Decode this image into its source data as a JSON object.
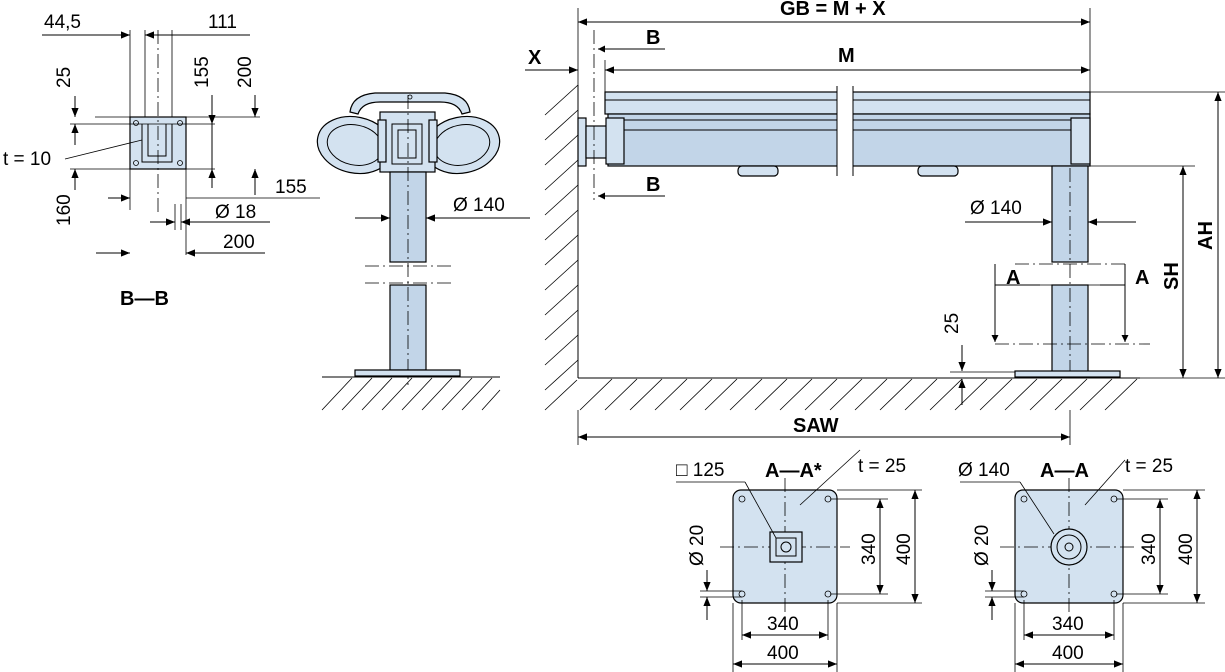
{
  "section_bb": {
    "dim_44_5": "44,5",
    "dim_111": "111",
    "dim_25": "25",
    "dim_155_v": "155",
    "dim_200_v": "200",
    "dim_t10": "t = 10",
    "dim_160": "160",
    "dim_155_h": "155",
    "dim_d18": "Ø 18",
    "dim_200_h": "200",
    "title": "B—B"
  },
  "side_view": {
    "dim_d140": "Ø 140"
  },
  "front_view": {
    "dim_gb": "GB = M + X",
    "dim_x": "X",
    "label_b_top": "B",
    "dim_m": "M",
    "label_b_bottom": "B",
    "dim_d140": "Ø 140",
    "label_a_left": "A",
    "label_a_right": "A",
    "dim_25": "25",
    "dim_sh": "SH",
    "dim_ah": "AH",
    "dim_saw": "SAW"
  },
  "plate_square": {
    "dim_sq125": "□ 125",
    "title": "A—A*",
    "dim_t25": "t = 25",
    "dim_d20": "Ø 20",
    "dim_340_v": "340",
    "dim_400_v": "400",
    "dim_340_h": "340",
    "dim_400_h": "400"
  },
  "plate_round": {
    "dim_d140": "Ø 140",
    "title": "A—A",
    "dim_t25": "t = 25",
    "dim_d20": "Ø 20",
    "dim_340_v": "340",
    "dim_400_v": "400",
    "dim_340_h": "340",
    "dim_400_h": "400"
  }
}
